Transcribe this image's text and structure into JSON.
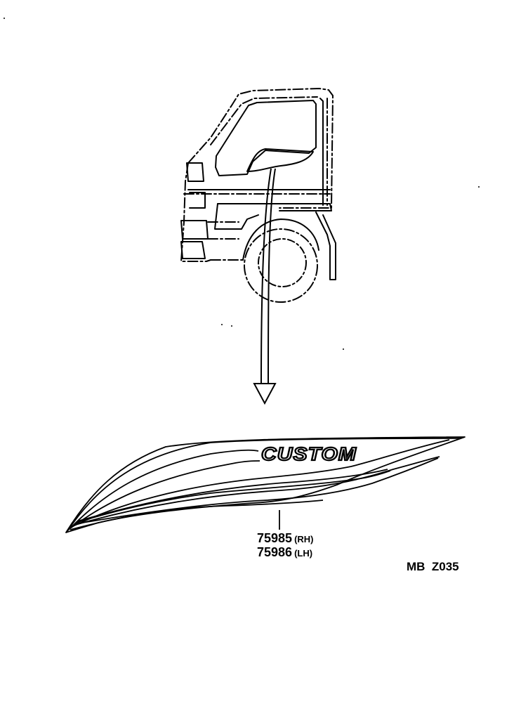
{
  "emblem": {
    "text": "CUSTOM"
  },
  "parts": [
    {
      "number": "75985",
      "side": "(RH)"
    },
    {
      "number": "75986",
      "side": "(LH)"
    }
  ],
  "reference_code": "MB  Z035"
}
